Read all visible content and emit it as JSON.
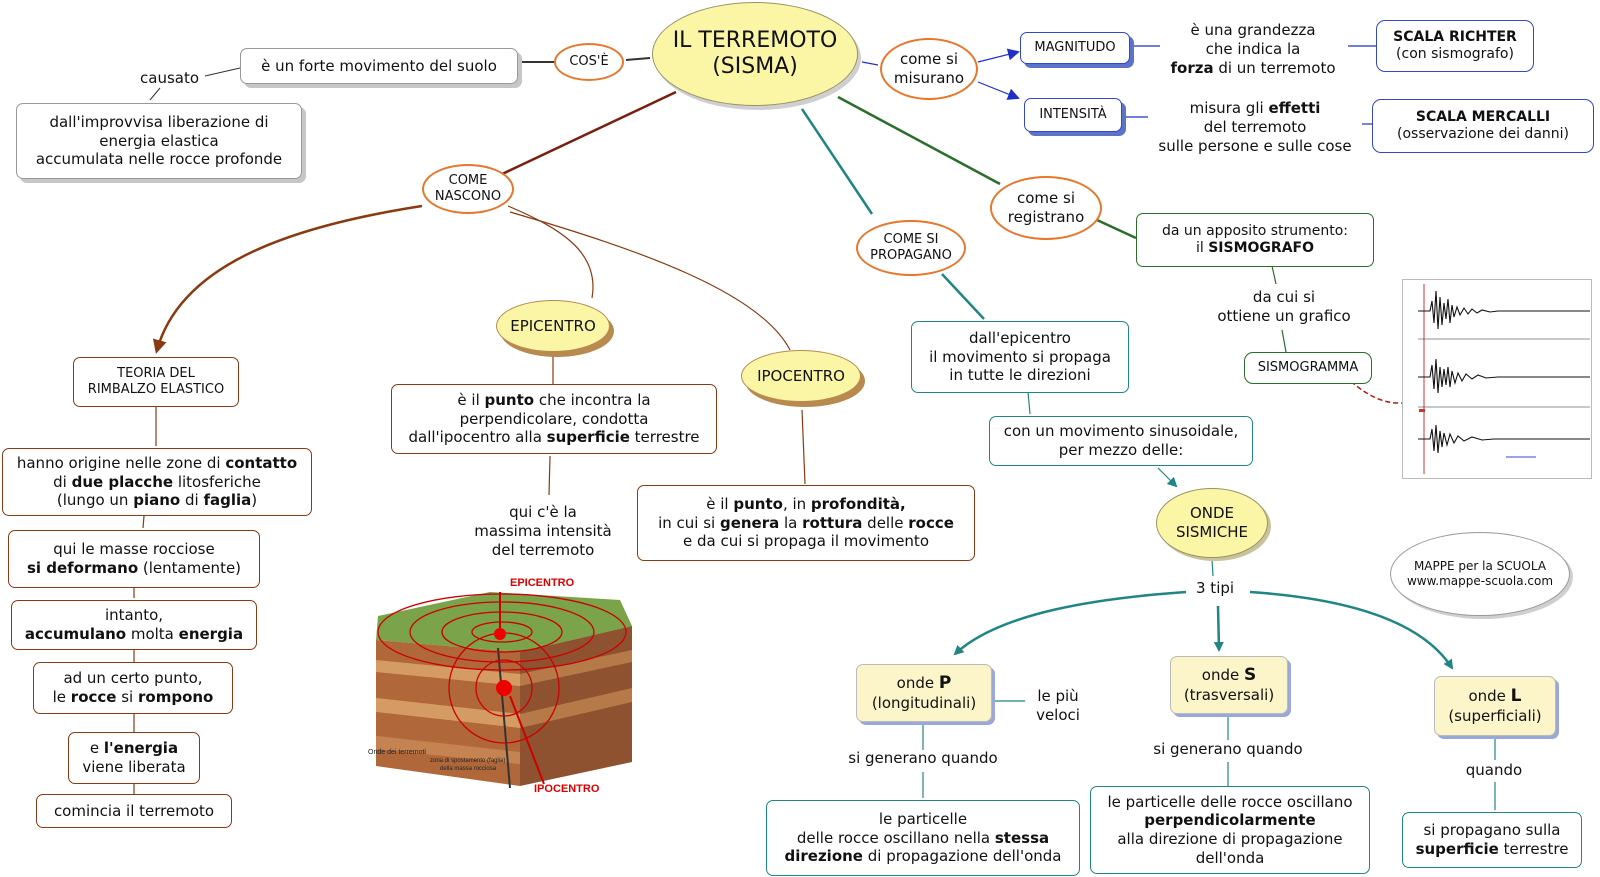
{
  "title": [
    "IL TERREMOTO",
    "(SISMA)"
  ],
  "cose": {
    "label": "COS'È",
    "definition": "è un forte movimento del suolo",
    "link": "causato",
    "cause": [
      "dall'improvvisa liberazione di",
      "energia elastica",
      "accumulata nelle rocce profonde"
    ]
  },
  "misurano": {
    "label": [
      "come si",
      "misurano"
    ],
    "magnitudo": {
      "label": "MAGNITUDO",
      "desc": [
        "è una grandezza",
        "che indica la",
        "forza di un terremoto"
      ],
      "scale": [
        "SCALA RICHTER",
        "(con sismografo)"
      ]
    },
    "intensita": {
      "label": "INTENSITÀ",
      "desc": [
        "misura gli effetti",
        "del terremoto",
        "sulle persone e sulle cose"
      ],
      "scale": [
        "SCALA MERCALLI",
        "(osservazione dei danni)"
      ]
    }
  },
  "registrano": {
    "label": [
      "come si",
      "registrano"
    ],
    "instrument": [
      "da un apposito strumento:",
      "il SISMOGRAFO"
    ],
    "link": [
      "da cui si",
      "ottiene un grafico"
    ],
    "graph": "SISMOGRAMMA"
  },
  "nascono": {
    "label": [
      "COME",
      "NASCONO"
    ],
    "theory": [
      "TEORIA DEL",
      "RIMBALZO ELASTICO"
    ],
    "steps": [
      [
        "hanno origine nelle zone di contatto",
        "di due placche litosferiche",
        "(lungo un piano di faglia)"
      ],
      [
        "qui le masse rocciose",
        "si deformano (lentamente)"
      ],
      [
        "intanto,",
        "accumulano molta energia"
      ],
      [
        "ad un certo punto,",
        "le rocce si rompono"
      ],
      [
        "e l'energia",
        "viene liberata"
      ],
      [
        "comincia il terremoto"
      ]
    ],
    "epicentro": {
      "label": "EPICENTRO",
      "desc": [
        "è il punto che incontra la",
        "perpendicolare, condotta",
        "dall'ipocentro alla superficie terrestre"
      ],
      "note": [
        "qui c'è la",
        "massima intensità",
        "del terremoto"
      ]
    },
    "ipocentro": {
      "label": "IPOCENTRO",
      "desc": [
        "è il punto, in profondità,",
        "in cui si genera la rottura delle rocce",
        "e da cui si propaga il movimento"
      ]
    },
    "image": {
      "label_epicentro": "EPICENTRO",
      "label_ipocentro": "IPOCENTRO",
      "small1": "Onde dei terremoti",
      "small2": [
        "zona di spostamento (faglia)",
        "della massa rocciosa"
      ]
    }
  },
  "propagano": {
    "label": [
      "COME SI",
      "PROPAGANO"
    ],
    "desc": [
      "dall'epicentro",
      "il movimento si propaga",
      "in tutte le direzioni"
    ],
    "movement": [
      "con un movimento sinusoidale,",
      "per mezzo delle:"
    ],
    "onde": [
      "ONDE",
      "SISMICHE"
    ],
    "types_link": "3 tipi",
    "types": [
      {
        "name": [
          "onde P",
          "(longitudinali)"
        ],
        "side": [
          "le più",
          "veloci"
        ],
        "link": "si generano quando",
        "desc": [
          "le particelle",
          "delle rocce oscillano nella stessa",
          "direzione di propagazione dell'onda"
        ]
      },
      {
        "name": [
          "onde S",
          "(trasversali)"
        ],
        "link": "si generano quando",
        "desc": [
          "le particelle delle rocce oscillano",
          "perpendicolarmente",
          "alla direzione di propagazione",
          "dell'onda"
        ]
      },
      {
        "name": [
          "onde L",
          "(superficiali)"
        ],
        "link": "quando",
        "desc": [
          "si propagano sulla",
          "superficie terrestre"
        ]
      }
    ]
  },
  "credit": [
    "MAPPE per la SCUOLA",
    "www.mappe-scuola.com"
  ],
  "colors": {
    "orange": "#e8762b",
    "brown": "#7a3a10",
    "teal": "#1f8585",
    "green": "#2b6e2b",
    "blue": "#1f30c8",
    "yellow": "#fbf5a6"
  }
}
